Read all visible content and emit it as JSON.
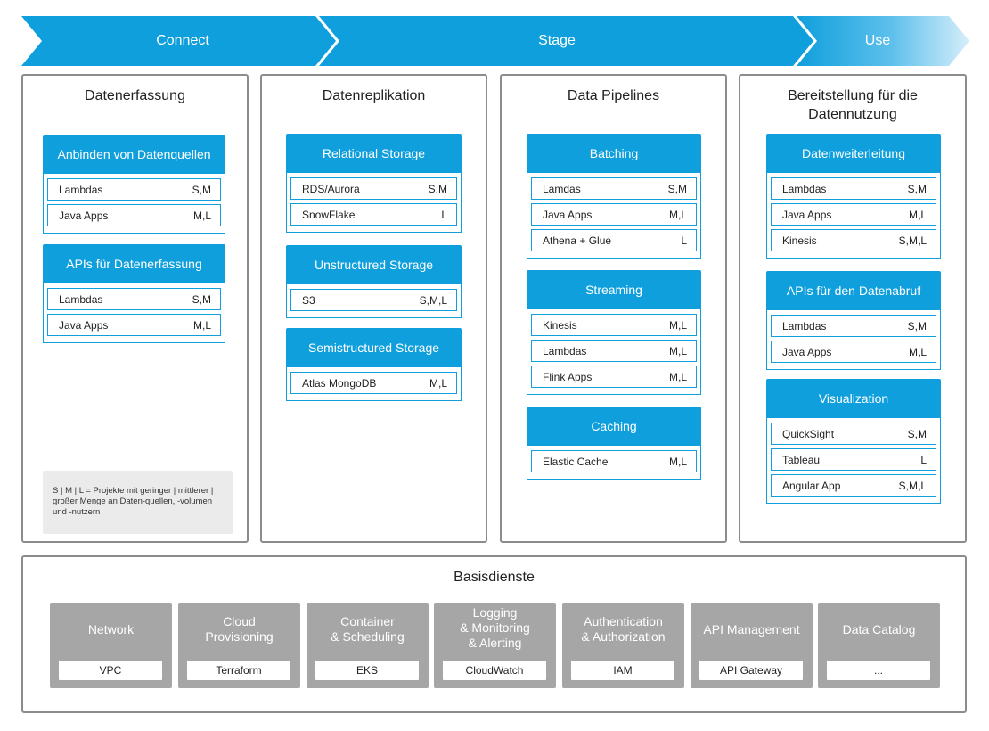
{
  "phases": [
    "Connect",
    "Stage",
    "Use"
  ],
  "columns": [
    {
      "title": "Datenerfassung",
      "groups": [
        {
          "title": "Anbinden von Datenquellen",
          "items": [
            {
              "name": "Lambdas",
              "size": "S,M"
            },
            {
              "name": "Java Apps",
              "size": "M,L"
            }
          ]
        },
        {
          "title": "APIs für Datenerfassung",
          "items": [
            {
              "name": "Lambdas",
              "size": "S,M"
            },
            {
              "name": "Java Apps",
              "size": "M,L"
            }
          ]
        }
      ],
      "note": "S | M | L = Projekte mit geringer | mittlerer | großer Menge an Daten-quellen, -volumen und -nutzern"
    },
    {
      "title": "Datenreplikation",
      "groups": [
        {
          "title": "Relational Storage",
          "items": [
            {
              "name": "RDS/Aurora",
              "size": "S,M"
            },
            {
              "name": "SnowFlake",
              "size": "L"
            }
          ]
        },
        {
          "title": "Unstructured Storage",
          "items": [
            {
              "name": "S3",
              "size": "S,M,L"
            }
          ]
        },
        {
          "title": "Semistructured Storage",
          "items": [
            {
              "name": "Atlas MongoDB",
              "size": "M,L"
            }
          ]
        }
      ]
    },
    {
      "title": "Data Pipelines",
      "groups": [
        {
          "title": "Batching",
          "items": [
            {
              "name": "Lamdas",
              "size": "S,M"
            },
            {
              "name": "Java Apps",
              "size": "M,L"
            },
            {
              "name": "Athena + Glue",
              "size": "L"
            }
          ]
        },
        {
          "title": "Streaming",
          "items": [
            {
              "name": "Kinesis",
              "size": "M,L"
            },
            {
              "name": "Lambdas",
              "size": "M,L"
            },
            {
              "name": "Flink Apps",
              "size": "M,L"
            }
          ]
        },
        {
          "title": "Caching",
          "items": [
            {
              "name": "Elastic Cache",
              "size": "M,L"
            }
          ]
        }
      ]
    },
    {
      "title": "Bereitstellung für die Datennutzung",
      "groups": [
        {
          "title": "Datenweiterleitung",
          "items": [
            {
              "name": "Lambdas",
              "size": "S,M"
            },
            {
              "name": "Java Apps",
              "size": "M,L"
            },
            {
              "name": "Kinesis",
              "size": "S,M,L"
            }
          ]
        },
        {
          "title": "APIs für den Datenabruf",
          "items": [
            {
              "name": "Lambdas",
              "size": "S,M"
            },
            {
              "name": "Java Apps",
              "size": "M,L"
            }
          ]
        },
        {
          "title": "Visualization",
          "items": [
            {
              "name": "QuickSight",
              "size": "S,M"
            },
            {
              "name": "Tableau",
              "size": "L"
            },
            {
              "name": "Angular App",
              "size": "S,M,L"
            }
          ]
        }
      ]
    }
  ],
  "base": {
    "title": "Basisdienste",
    "services": [
      {
        "name": "Network",
        "tool": "VPC"
      },
      {
        "name": "Cloud\nProvisioning",
        "tool": "Terraform"
      },
      {
        "name": "Container\n& Scheduling",
        "tool": "EKS"
      },
      {
        "name": "Logging\n& Monitoring\n& Alerting",
        "tool": "CloudWatch"
      },
      {
        "name": "Authentication\n& Authorization",
        "tool": "IAM"
      },
      {
        "name": "API Management",
        "tool": "API Gateway"
      },
      {
        "name": "Data Catalog",
        "tool": "..."
      }
    ]
  },
  "colors": {
    "accent": "#0f9fdc",
    "border": "#8c8c8c",
    "service": "#a6a6a6",
    "note": "#ebebeb"
  }
}
